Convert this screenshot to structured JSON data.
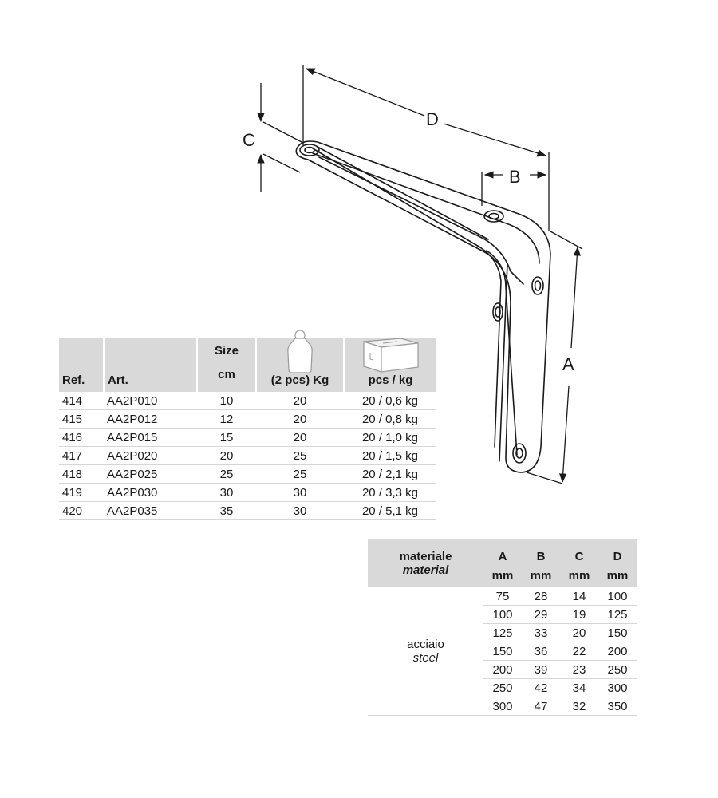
{
  "drawing": {
    "labels": {
      "A": "A",
      "B": "B",
      "C": "C",
      "D": "D"
    },
    "line_color": "#1a1a1a"
  },
  "spec_table": {
    "headers": {
      "ref": "Ref.",
      "art": "Art.",
      "size_line1": "Size",
      "size_line2": "cm",
      "load": "(2 pcs) Kg",
      "pack": "pcs / kg"
    },
    "icons": {
      "load": "weight-icon",
      "pack": "box-icon"
    },
    "rows": [
      {
        "ref": "414",
        "art": "AA2P010",
        "size": "10",
        "load": "20",
        "pack": "20 / 0,6 kg"
      },
      {
        "ref": "415",
        "art": "AA2P012",
        "size": "12",
        "load": "20",
        "pack": "20 / 0,8 kg"
      },
      {
        "ref": "416",
        "art": "AA2P015",
        "size": "15",
        "load": "20",
        "pack": "20 / 1,0 kg"
      },
      {
        "ref": "417",
        "art": "AA2P020",
        "size": "20",
        "load": "25",
        "pack": "20 / 1,5 kg"
      },
      {
        "ref": "418",
        "art": "AA2P025",
        "size": "25",
        "load": "25",
        "pack": "20 / 2,1 kg"
      },
      {
        "ref": "419",
        "art": "AA2P030",
        "size": "30",
        "load": "30",
        "pack": "20 / 3,3 kg"
      },
      {
        "ref": "420",
        "art": "AA2P035",
        "size": "35",
        "load": "30",
        "pack": "20 / 5,1 kg"
      }
    ],
    "header_bg": "#d9d9d9"
  },
  "material_table": {
    "headers": {
      "material_it": "materiale",
      "material_en": "material",
      "cols": [
        "A",
        "B",
        "C",
        "D"
      ],
      "unit": "mm"
    },
    "material_value_it": "acciaio",
    "material_value_en": "steel",
    "rows": [
      [
        "75",
        "28",
        "14",
        "100"
      ],
      [
        "100",
        "29",
        "19",
        "125"
      ],
      [
        "125",
        "33",
        "20",
        "150"
      ],
      [
        "150",
        "36",
        "22",
        "200"
      ],
      [
        "200",
        "39",
        "23",
        "250"
      ],
      [
        "250",
        "42",
        "34",
        "300"
      ],
      [
        "300",
        "47",
        "32",
        "350"
      ]
    ]
  }
}
